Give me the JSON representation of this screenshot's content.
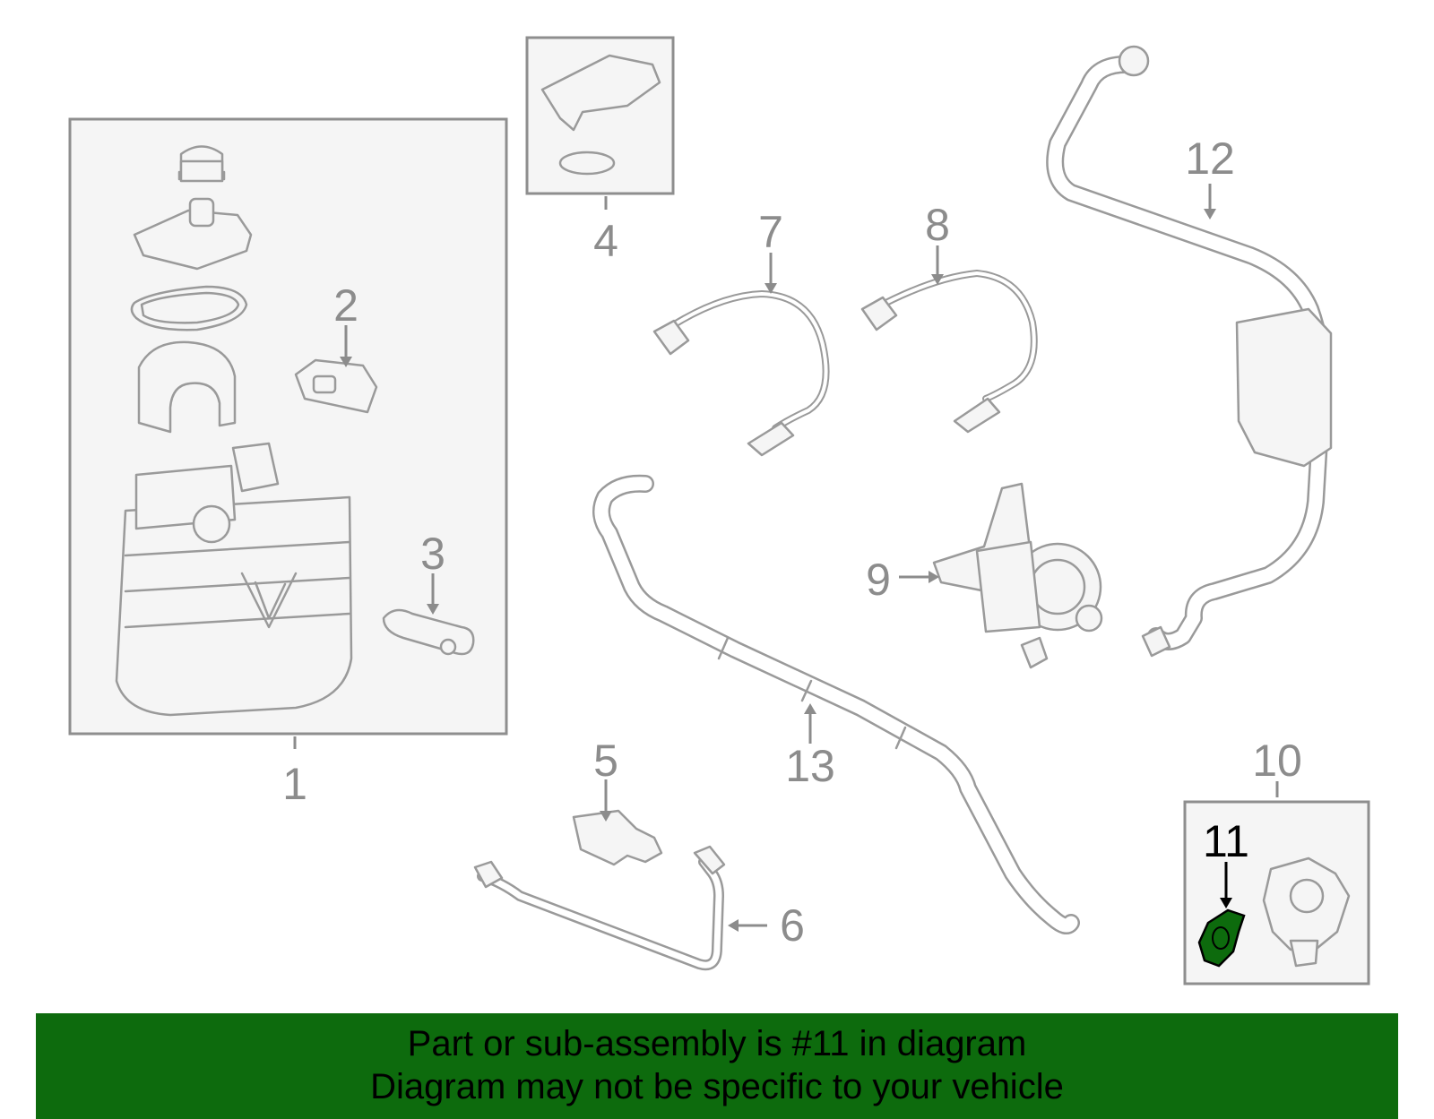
{
  "callouts": {
    "c1": "1",
    "c2": "2",
    "c3": "3",
    "c4": "4",
    "c5": "5",
    "c6": "6",
    "c7": "7",
    "c8": "8",
    "c9": "9",
    "c10": "10",
    "c11": "11",
    "c12": "12",
    "c13": "13"
  },
  "highlight": {
    "part_number": "11",
    "color": "#0d6b0d"
  },
  "colors": {
    "line_art": "#9a9a9a",
    "box_fill": "#f5f5f5",
    "banner": "#0d6b0d"
  },
  "banner": {
    "line1": "Part or sub-assembly is #11 in diagram",
    "line2": "Diagram may not be specific to your vehicle"
  }
}
